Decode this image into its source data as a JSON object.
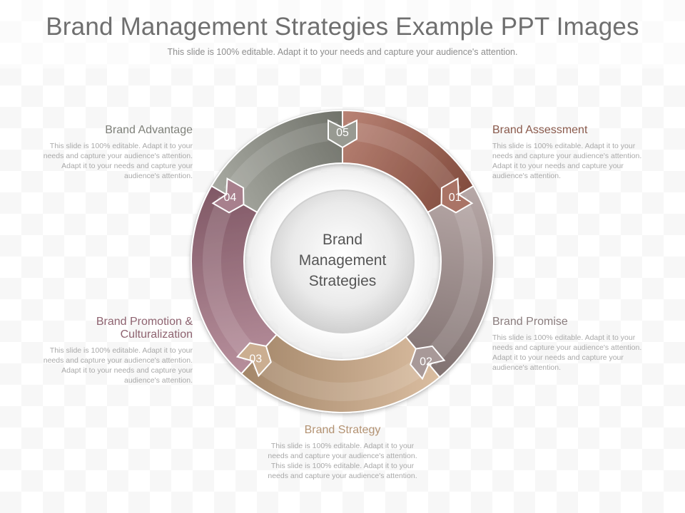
{
  "slide": {
    "title": "Brand Management Strategies Example PPT Images",
    "subtitle": "This slide is 100% editable. Adapt it to your needs and capture your audience's attention."
  },
  "hub": {
    "line1": "Brand",
    "line2": "Management",
    "line3": "Strategies"
  },
  "segments": [
    {
      "number": "01",
      "color": "#a06a5c"
    },
    {
      "number": "02",
      "color": "#9e8f8e"
    },
    {
      "number": "03",
      "color": "#c1a487"
    },
    {
      "number": "04",
      "color": "#9e7683"
    },
    {
      "number": "05",
      "color": "#8e9088"
    }
  ],
  "items": {
    "brand_assessment": {
      "title": "Brand Assessment",
      "color": "#8a5a4c",
      "text": "This slide is 100% editable. Adapt it to your needs and capture your audience's attention. Adapt it to your needs and capture your audience's attention."
    },
    "brand_promise": {
      "title": "Brand Promise",
      "color": "#8b7d7e",
      "text": "This slide is 100% editable. Adapt it to your needs and capture your audience's attention. Adapt it to your needs and capture your audience's attention."
    },
    "brand_strategy": {
      "title": "Brand Strategy",
      "color": "#b39272",
      "text": "This slide is 100% editable. Adapt it to your needs and capture your audience's attention. This slide is 100% editable. Adapt it to your needs and capture your audience's attention."
    },
    "brand_promotion": {
      "title_line1": "Brand Promotion &",
      "title_line2": "Culturalization",
      "color": "#8e6370",
      "text": "This slide is 100% editable. Adapt it to your needs and capture your audience's attention. Adapt it to your needs and capture your audience's attention."
    },
    "brand_advantage": {
      "title": "Brand Advantage",
      "color": "#7f817a",
      "text": "This slide is 100% editable. Adapt it to your needs and capture your audience's attention. Adapt it to your needs and capture your audience's attention."
    }
  }
}
